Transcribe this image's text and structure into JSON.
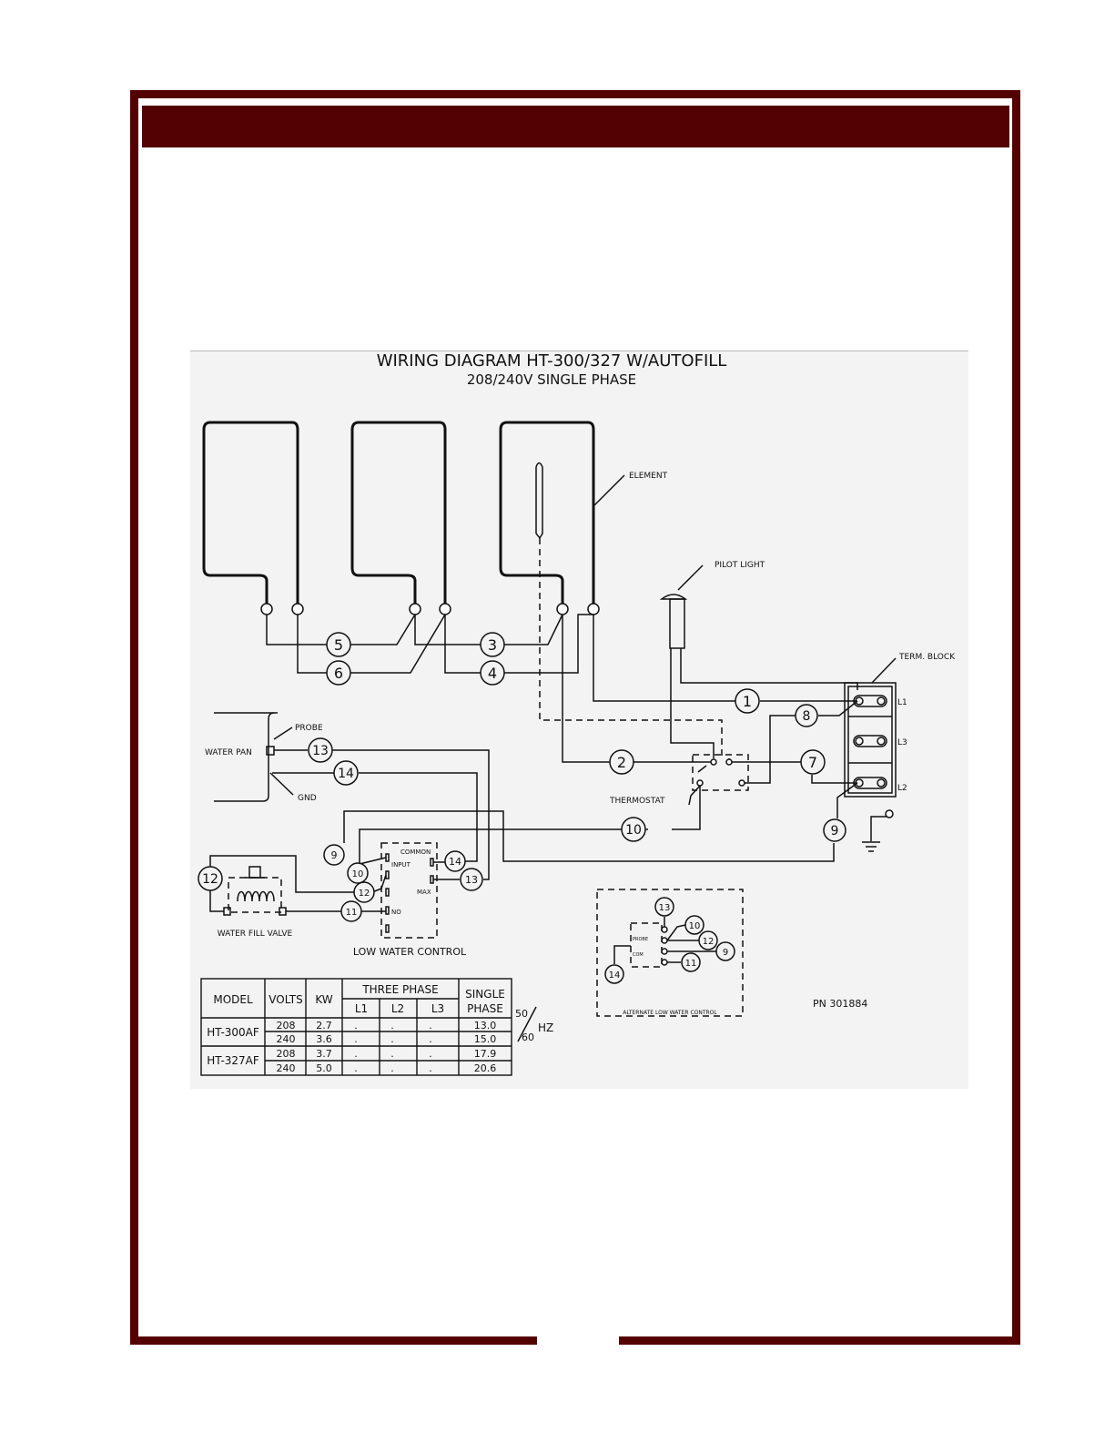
{
  "title": "WIRING DIAGRAM HT-300/327 W/AUTOFILL",
  "subtitle": "208/240V SINGLE PHASE",
  "labels": {
    "element": "ELEMENT",
    "pilot_light": "PILOT LIGHT",
    "term_block": "TERM. BLOCK",
    "l1": "L1",
    "l3": "L3",
    "l2": "L2",
    "probe": "PROBE",
    "water_pan": "WATER PAN",
    "gnd": "GND",
    "thermostat": "THERMOSTAT",
    "common": "COMMON",
    "input": "INPUT",
    "max": "MAX",
    "no": "NO",
    "water_fill_valve": "WATER FILL VALVE",
    "low_water_control": "LOW WATER CONTROL",
    "alternate_low_water_control": "ALTERNATE LOW WATER CONTROL",
    "alt_probe": "PROBE",
    "alt_com": "COM",
    "part_number": "PN 301884",
    "hz_50": "50",
    "hz_60": "60",
    "hz": "HZ"
  },
  "wire_numbers": {
    "w1": "1",
    "w2": "2",
    "w3": "3",
    "w4": "4",
    "w5": "5",
    "w6": "6",
    "w7": "7",
    "w8": "8",
    "w9": "9",
    "w9b": "9",
    "w10": "10",
    "w10b": "10",
    "w11": "11",
    "w12": "12",
    "w12b": "12",
    "w13": "13",
    "w13b": "13",
    "w14": "14",
    "w14b": "14",
    "a13": "13",
    "a10": "10",
    "a12": "12",
    "a9": "9",
    "a11": "11",
    "a14": "14"
  },
  "table": {
    "headers": {
      "model": "MODEL",
      "volts": "VOLTS",
      "kw": "KW",
      "three_phase": "THREE PHASE",
      "l1": "L1",
      "l2": "L2",
      "l3": "L3",
      "single": "SINGLE",
      "phase": "PHASE"
    },
    "models": [
      "HT-300AF",
      "HT-327AF"
    ],
    "rows": [
      {
        "volts": "208",
        "kw": "2.7",
        "l1": ".",
        "l2": ".",
        "l3": ".",
        "single": "13.0"
      },
      {
        "volts": "240",
        "kw": "3.6",
        "l1": ".",
        "l2": ".",
        "l3": ".",
        "single": "15.0"
      },
      {
        "volts": "208",
        "kw": "3.7",
        "l1": ".",
        "l2": ".",
        "l3": ".",
        "single": "17.9"
      },
      {
        "volts": "240",
        "kw": "5.0",
        "l1": ".",
        "l2": ".",
        "l3": ".",
        "single": "20.6"
      }
    ]
  }
}
